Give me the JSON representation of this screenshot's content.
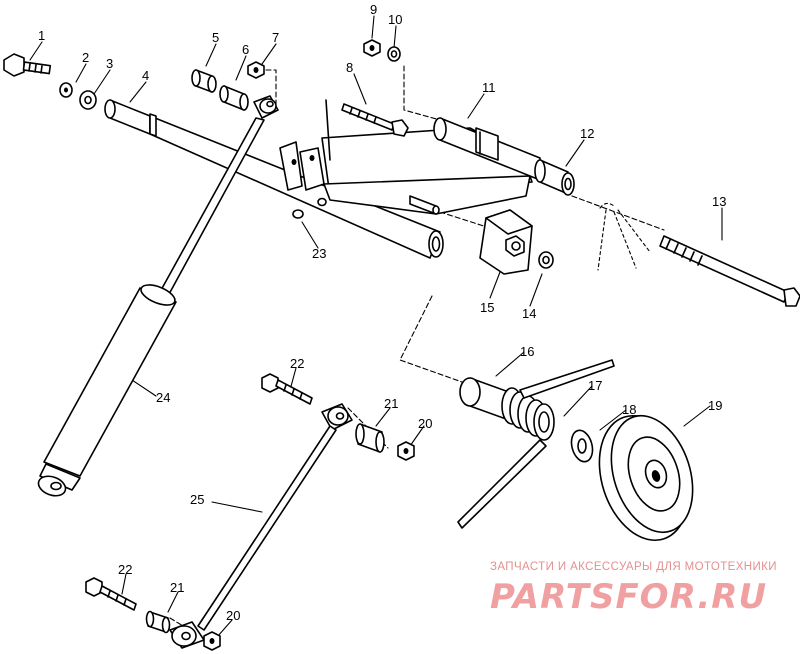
{
  "callouts": [
    {
      "id": "1",
      "label": "1"
    },
    {
      "id": "2",
      "label": "2"
    },
    {
      "id": "3",
      "label": "3"
    },
    {
      "id": "4",
      "label": "4"
    },
    {
      "id": "5",
      "label": "5"
    },
    {
      "id": "6",
      "label": "6"
    },
    {
      "id": "7",
      "label": "7"
    },
    {
      "id": "8",
      "label": "8"
    },
    {
      "id": "9",
      "label": "9"
    },
    {
      "id": "10",
      "label": "10"
    },
    {
      "id": "11",
      "label": "11"
    },
    {
      "id": "12",
      "label": "12"
    },
    {
      "id": "13",
      "label": "13"
    },
    {
      "id": "14",
      "label": "14"
    },
    {
      "id": "15",
      "label": "15"
    },
    {
      "id": "16",
      "label": "16"
    },
    {
      "id": "17",
      "label": "17"
    },
    {
      "id": "18",
      "label": "18"
    },
    {
      "id": "19",
      "label": "19"
    },
    {
      "id": "20a",
      "label": "20"
    },
    {
      "id": "20b",
      "label": "20"
    },
    {
      "id": "21a",
      "label": "21"
    },
    {
      "id": "21b",
      "label": "21"
    },
    {
      "id": "22a",
      "label": "22"
    },
    {
      "id": "22b",
      "label": "22"
    },
    {
      "id": "23",
      "label": "23"
    },
    {
      "id": "24",
      "label": "24"
    },
    {
      "id": "25",
      "label": "25"
    }
  ],
  "watermark": {
    "subtitle": "ЗАПЧАСТИ И АКСЕССУАРЫ ДЛЯ МОТОТЕХНИКИ",
    "logo": "PARTSFOR.RU",
    "color": "#f0a0a0"
  }
}
